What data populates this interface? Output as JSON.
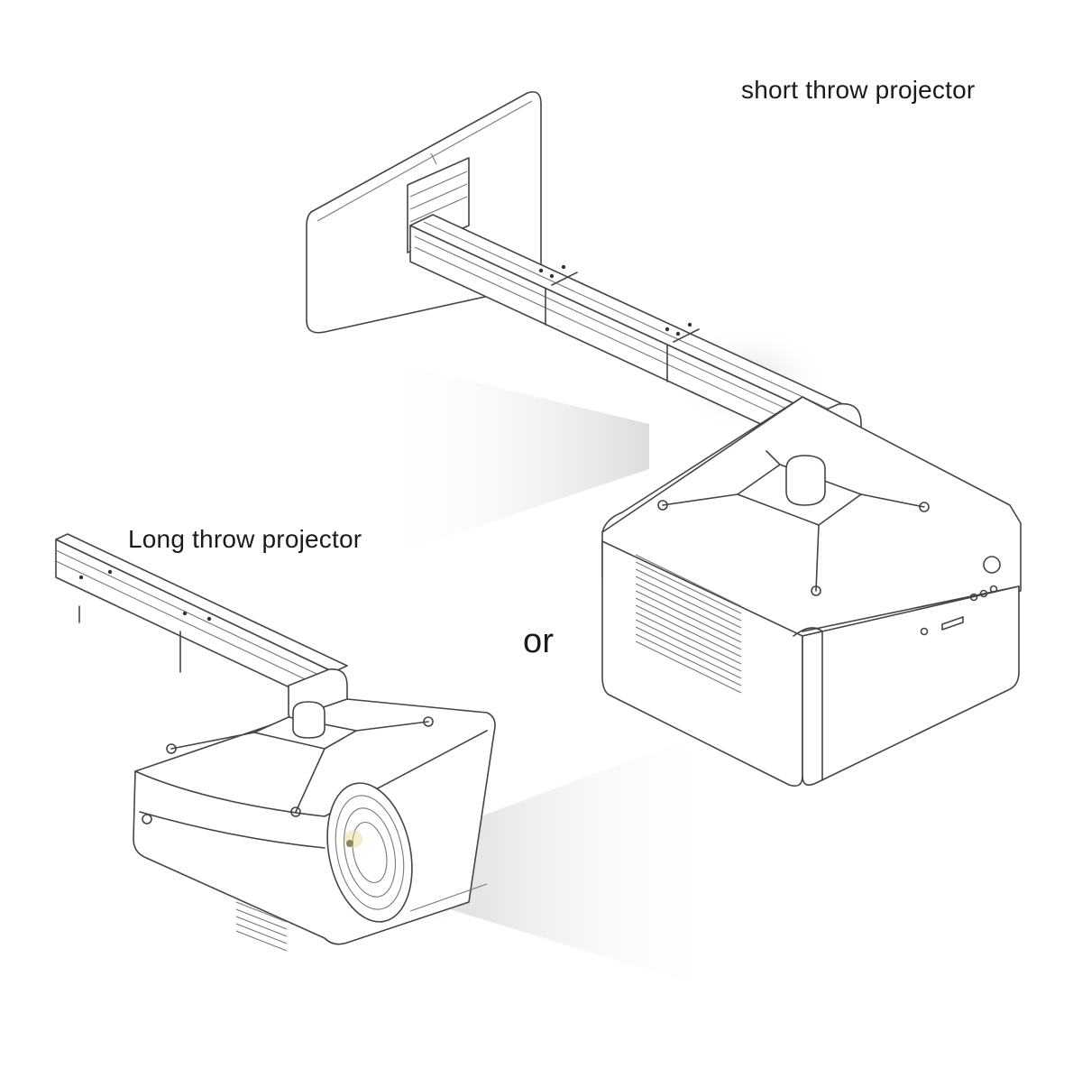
{
  "labels": {
    "short_throw": "short throw projector",
    "long_throw": "Long throw projector",
    "or": "or"
  },
  "illustration": {
    "top_figure": "wall-mount-arm-with-short-throw-projector",
    "bottom_figure": "wall-mount-arm-with-long-throw-projector"
  },
  "colors": {
    "background": "#ffffff",
    "line": "#444444",
    "text": "#1a1a1a",
    "light_glow": "#d9d9d9"
  }
}
